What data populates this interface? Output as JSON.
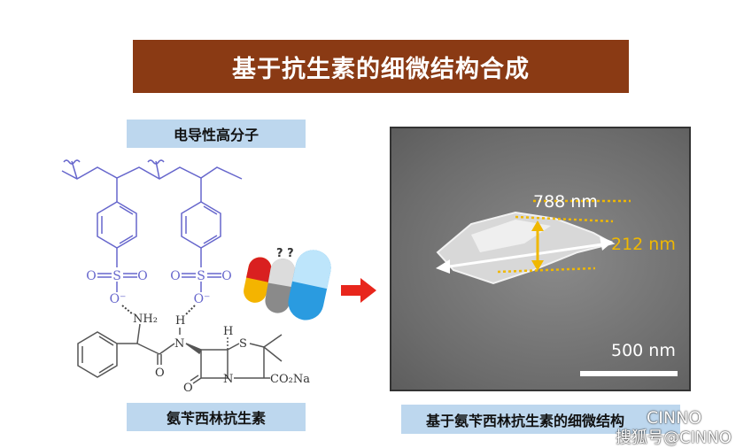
{
  "title": "基于抗生素的细微结构合成",
  "labels": {
    "polymer": "电导性高分子",
    "antibiotic": "氨苄西林抗生素",
    "structure": "基于氨苄西林抗生素的细微结构"
  },
  "molecule": {
    "o": "O",
    "s": "S",
    "o_minus": "O⁻",
    "nh2": "NH₂",
    "h": "H",
    "n": "N",
    "co2na": "CO₂Na"
  },
  "sem": {
    "length": "788 nm",
    "width": "212 nm",
    "scale": "500 nm"
  },
  "watermark": {
    "brand": "CINNO",
    "sohu": "搜狐号@CINNO"
  },
  "colors": {
    "banner": "#8a3a14",
    "label_bg": "#bdd7ee",
    "polymer": "#6666cc",
    "arrow": "#e8261c",
    "measure": "#f0b800"
  }
}
